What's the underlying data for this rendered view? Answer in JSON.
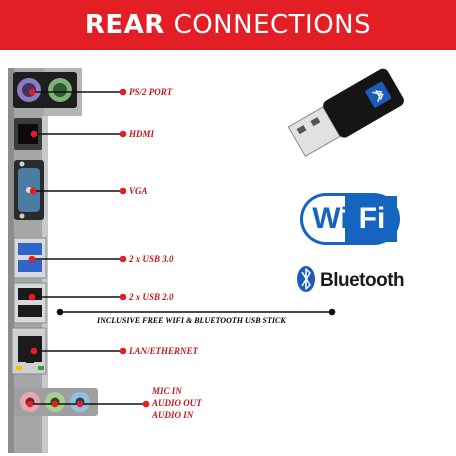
{
  "banner": {
    "title_bold": "REAR",
    "title_rest": "CONNECTIONS",
    "color": "#e31e24"
  },
  "ports": [
    {
      "id": "ps2",
      "label": "PS/2 PORT"
    },
    {
      "id": "hdmi",
      "label": "HDMI"
    },
    {
      "id": "vga",
      "label": "VGA"
    },
    {
      "id": "usb3",
      "label": "2 x USB 3.0"
    },
    {
      "id": "usb2",
      "label": "2 x USB 2.0"
    },
    {
      "id": "lan",
      "label": "LAN/ETHERNET"
    },
    {
      "id": "audio",
      "labels": [
        "MIC IN",
        "AUDIO OUT",
        "AUDIO IN"
      ]
    }
  ],
  "note": "INCLUSIVE FREE WIFI & BLUETOOTH USB STICK",
  "logos": {
    "wifi_left": "Wi",
    "wifi_right": "Fi",
    "bluetooth": "Bluetooth"
  },
  "colors": {
    "label_red": "#c6161c",
    "wifi_blue": "#1565c0",
    "bt_blue": "#1e5bb8",
    "dot_red": "#e31e24"
  }
}
